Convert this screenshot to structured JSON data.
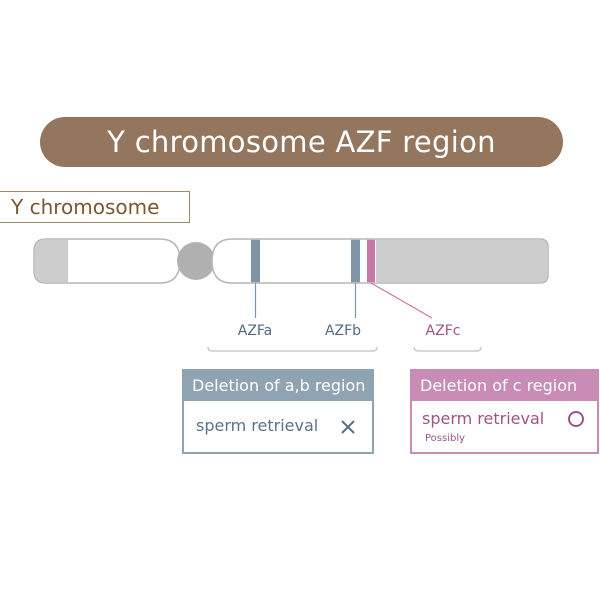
{
  "title": "Y chromosome AZF region",
  "chromosome_label": "Y chromosome",
  "regions": [
    {
      "label": "AZFa",
      "color": "#7f95a7"
    },
    {
      "label": "AZFb",
      "color": "#7f95a7"
    },
    {
      "label": "AZFc",
      "color": "#c777a6"
    }
  ],
  "boxes": {
    "ab": {
      "header": "Deletion of a,b region",
      "body": "sperm retrieval",
      "mark": "cross-icon",
      "color": "#8fa3b2",
      "text_color": "#5a7288"
    },
    "c": {
      "header": "Deletion of c region",
      "body": "sperm retrieval",
      "note": "Possibly",
      "mark": "circle-icon",
      "color": "#c98cb6",
      "text_color": "#9c5486"
    }
  },
  "colors": {
    "title_bg": "#94755d",
    "label_text": "#7a5830",
    "label_border": "#a0886c",
    "chrom_outline": "#b7b7b7",
    "chrom_gray": "#cdcdcd",
    "chrom_dark": "#b0b0b0",
    "chrom_white": "#ffffff",
    "bracket": "#c8c0b8"
  }
}
